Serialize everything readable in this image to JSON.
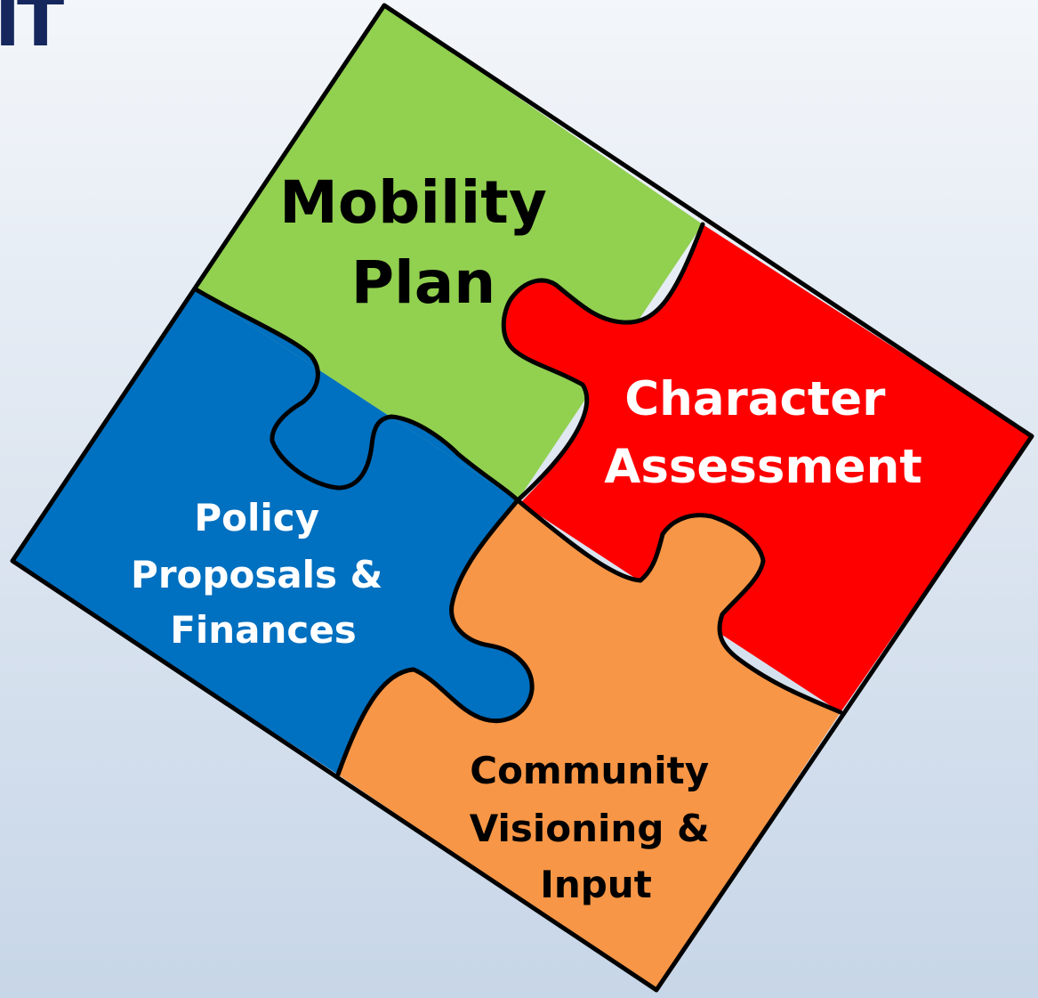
{
  "header": {
    "title_fragment": "IT"
  },
  "puzzle": {
    "pieces": [
      {
        "id": "mobility",
        "color": "#92d050",
        "lines": [
          "Mobility",
          "Plan"
        ]
      },
      {
        "id": "character",
        "color": "#ff0000",
        "lines": [
          "Character",
          "Assessment"
        ]
      },
      {
        "id": "policy",
        "color": "#0070c0",
        "lines": [
          "Policy",
          "Proposals &",
          "Finances"
        ]
      },
      {
        "id": "community",
        "color": "#f79646",
        "lines": [
          "Community",
          "Visioning &",
          "Input"
        ]
      }
    ]
  }
}
